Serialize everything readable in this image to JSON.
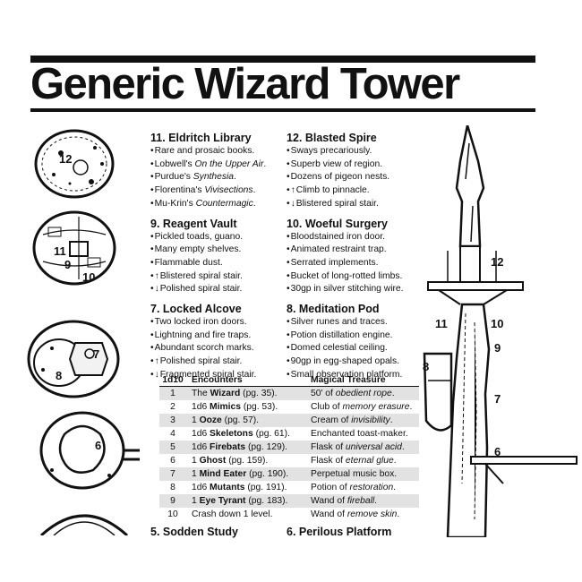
{
  "title": "Generic Wizard Tower",
  "rooms_left": [
    {
      "heading": "11. Eldritch Library",
      "items": [
        {
          "pre": "Rare and prosaic books.",
          "ital": "",
          "post": ""
        },
        {
          "pre": "Lobwell's ",
          "ital": "On the Upper Air",
          "post": "."
        },
        {
          "pre": "Purdue's ",
          "ital": "Synthesia",
          "post": "."
        },
        {
          "pre": "Florentina's ",
          "ital": "Vivisections",
          "post": "."
        },
        {
          "pre": "Mu-Krin's ",
          "ital": "Countermagic",
          "post": "."
        }
      ]
    },
    {
      "heading": "9. Reagent Vault",
      "items": [
        {
          "pre": "Pickled toads, guano.",
          "ital": "",
          "post": ""
        },
        {
          "pre": "Many empty shelves.",
          "ital": "",
          "post": ""
        },
        {
          "pre": "Flammable dust.",
          "ital": "",
          "post": ""
        },
        {
          "arrow": "↑",
          "pre": "Blistered spiral stair.",
          "ital": "",
          "post": ""
        },
        {
          "arrow": "↓",
          "pre": "Polished spiral stair.",
          "ital": "",
          "post": ""
        }
      ]
    },
    {
      "heading": "7. Locked Alcove",
      "items": [
        {
          "pre": "Two locked iron doors.",
          "ital": "",
          "post": ""
        },
        {
          "pre": "Lightning and fire traps.",
          "ital": "",
          "post": ""
        },
        {
          "pre": "Abundant scorch marks.",
          "ital": "",
          "post": ""
        },
        {
          "arrow": "↑",
          "pre": "Polished spiral stair.",
          "ital": "",
          "post": ""
        },
        {
          "arrow": "↓",
          "pre": "Fragmented spiral stair.",
          "ital": "",
          "post": ""
        }
      ]
    }
  ],
  "rooms_right": [
    {
      "heading": "12. Blasted Spire",
      "items": [
        {
          "pre": "Sways precariously.",
          "ital": "",
          "post": ""
        },
        {
          "pre": "Superb view of region.",
          "ital": "",
          "post": ""
        },
        {
          "pre": "Dozens of pigeon nests.",
          "ital": "",
          "post": ""
        },
        {
          "arrow": "↑",
          "pre": "Climb to pinnacle.",
          "ital": "",
          "post": ""
        },
        {
          "arrow": "↓",
          "pre": "Blistered spiral stair.",
          "ital": "",
          "post": ""
        }
      ]
    },
    {
      "heading": "10. Woeful Surgery",
      "items": [
        {
          "pre": "Bloodstained iron door.",
          "ital": "",
          "post": ""
        },
        {
          "pre": "Animated restraint trap.",
          "ital": "",
          "post": ""
        },
        {
          "pre": "Serrated implements.",
          "ital": "",
          "post": ""
        },
        {
          "pre": "Bucket of long-rotted limbs.",
          "ital": "",
          "post": ""
        },
        {
          "pre": "30gp in silver stitching wire.",
          "ital": "",
          "post": ""
        }
      ]
    },
    {
      "heading": "8. Meditation Pod",
      "items": [
        {
          "pre": "Silver runes and traces.",
          "ital": "",
          "post": ""
        },
        {
          "pre": "Potion distillation engine.",
          "ital": "",
          "post": ""
        },
        {
          "pre": "Domed celestial ceiling.",
          "ital": "",
          "post": ""
        },
        {
          "pre": "90gp in egg-shaped opals.",
          "ital": "",
          "post": ""
        },
        {
          "pre": "Small observation platform.",
          "ital": "",
          "post": ""
        }
      ]
    }
  ],
  "table": {
    "headers": [
      "1d10",
      "Encounters",
      "Magical Treasure"
    ],
    "rows": [
      {
        "roll": "1",
        "enc_pre": "The ",
        "enc_bold": "Wizard",
        "enc_post": " (pg. 35).",
        "mag_pre": "50' of ",
        "mag_ital": "obedient rope",
        "mag_post": "."
      },
      {
        "roll": "2",
        "enc_pre": "1d6 ",
        "enc_bold": "Mimics",
        "enc_post": " (pg. 53).",
        "mag_pre": "Club of ",
        "mag_ital": "memory erasure",
        "mag_post": "."
      },
      {
        "roll": "3",
        "enc_pre": "1 ",
        "enc_bold": "Ooze",
        "enc_post": " (pg. 57).",
        "mag_pre": "Cream of ",
        "mag_ital": "invisibility",
        "mag_post": "."
      },
      {
        "roll": "4",
        "enc_pre": "1d6 ",
        "enc_bold": "Skeletons",
        "enc_post": " (pg. 61).",
        "mag_pre": "Enchanted toast-maker.",
        "mag_ital": "",
        "mag_post": ""
      },
      {
        "roll": "5",
        "enc_pre": "1d6 ",
        "enc_bold": "Firebats",
        "enc_post": " (pg. 129).",
        "mag_pre": "Flask of ",
        "mag_ital": "universal acid",
        "mag_post": "."
      },
      {
        "roll": "6",
        "enc_pre": "1 ",
        "enc_bold": "Ghost",
        "enc_post": " (pg. 159).",
        "mag_pre": "Flask of ",
        "mag_ital": "eternal glue",
        "mag_post": "."
      },
      {
        "roll": "7",
        "enc_pre": "1 ",
        "enc_bold": "Mind Eater",
        "enc_post": " (pg. 190).",
        "mag_pre": "Perpetual music box.",
        "mag_ital": "",
        "mag_post": ""
      },
      {
        "roll": "8",
        "enc_pre": "1d6 ",
        "enc_bold": "Mutants",
        "enc_post": " (pg. 191).",
        "mag_pre": "Potion of ",
        "mag_ital": "restoration",
        "mag_post": "."
      },
      {
        "roll": "9",
        "enc_pre": "1 ",
        "enc_bold": "Eye Tyrant",
        "enc_post": " (pg. 183).",
        "mag_pre": "Wand of ",
        "mag_ital": "fireball",
        "mag_post": "."
      },
      {
        "roll": "10",
        "enc_pre": "Crash down 1 level.",
        "enc_bold": "",
        "enc_post": "",
        "mag_pre": "Wand of ",
        "mag_ital": "remove skin",
        "mag_post": "."
      }
    ]
  },
  "bottom_headings": {
    "left": "5. Sodden Study",
    "right": "6. Perilous Platform"
  },
  "floor_labels": {
    "f12": "12",
    "f11": "11",
    "f9": "9",
    "f10": "10",
    "f8": "8",
    "f7": "7",
    "f6": "6"
  },
  "tower_labels": {
    "t12": "12",
    "t11": "11",
    "t10": "10",
    "t9": "9",
    "t8": "8",
    "t7": "7",
    "t6": "6"
  },
  "colors": {
    "ink": "#111111",
    "shade": "#e2e2e2",
    "paper": "#ffffff"
  }
}
